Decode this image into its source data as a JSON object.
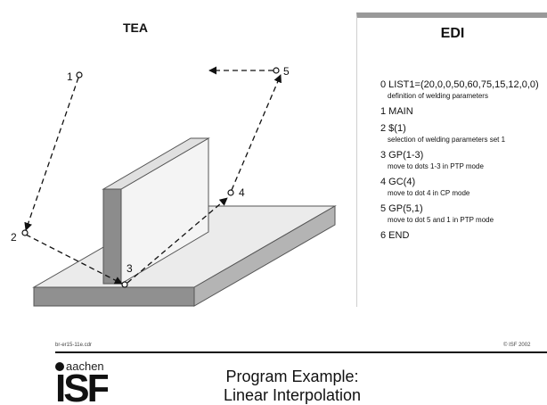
{
  "tea_title": "TEA",
  "edi": {
    "title": "EDI",
    "lines": [
      {
        "cmd": "0 LIST1=(20,0,0,50,60,75,15,12,0,0)",
        "desc": "definition of welding parameters"
      },
      {
        "cmd": "1 MAIN",
        "desc": ""
      },
      {
        "cmd": "2 $(1)",
        "desc": "selection of welding parameters set 1"
      },
      {
        "cmd": "3 GP(1-3)",
        "desc": "move to dots 1-3 in PTP mode"
      },
      {
        "cmd": "4 GC(4)",
        "desc": "move to dot 4 in CP mode"
      },
      {
        "cmd": "5 GP(5,1)",
        "desc": "move to dot 5 and 1 in PTP mode"
      },
      {
        "cmd": "6 END",
        "desc": ""
      }
    ]
  },
  "points": [
    "1",
    "2",
    "3",
    "4",
    "5"
  ],
  "footer": {
    "left_code": "br-er15-11e.cdr",
    "copyright": "© ISF 2002",
    "logo_word": "aachen",
    "logo_mark": "ISF",
    "title_line1": "Program Example:",
    "title_line2": "Linear Interpolation"
  }
}
